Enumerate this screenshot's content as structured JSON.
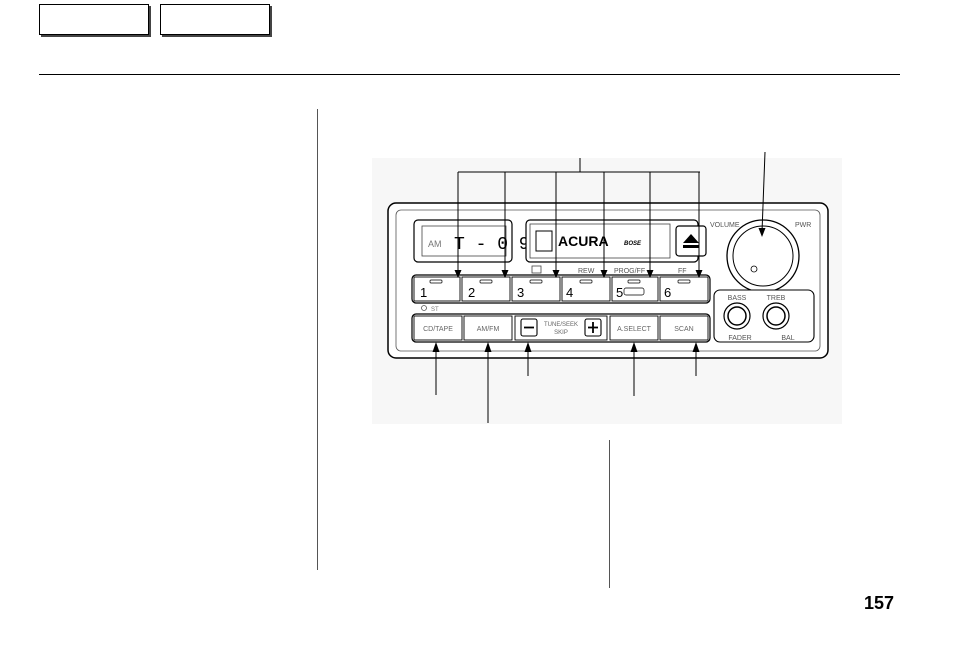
{
  "nav": {
    "button_1": "",
    "button_2": ""
  },
  "page_number": "157",
  "radio": {
    "brand": "ACURA",
    "sub_brand": "BOSE",
    "display_text": "T - 0 9",
    "display_label": "AM",
    "presets": [
      "1",
      "2",
      "3",
      "4",
      "5",
      "6"
    ],
    "preset_tape_labels": [
      "",
      "",
      "",
      "REW",
      "PROG/FF",
      "FF"
    ],
    "stereo_label": "ST",
    "buttons": {
      "cd_tape": "CD/TAPE",
      "am_fm": "AM/FM",
      "tune_seek": "TUNE/SEEK",
      "tune_sub": "SKIP",
      "aselect": "A.SELECT",
      "scan": "SCAN"
    },
    "volume_label": "VOLUME",
    "power_label": "PWR",
    "bass_label": "BASS",
    "treble_label": "TREB",
    "fader_label": "FADER",
    "balance_label": "BAL"
  }
}
